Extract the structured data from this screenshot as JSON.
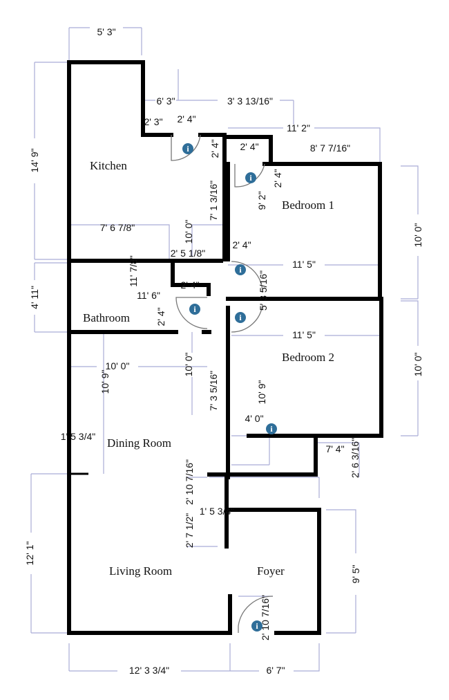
{
  "rooms": {
    "kitchen": "Kitchen",
    "bedroom1": "Bedroom 1",
    "bathroom": "Bathroom",
    "bedroom2": "Bedroom 2",
    "dining": "Dining Room",
    "living": "Living Room",
    "foyer": "Foyer"
  },
  "dimensions": [
    "5' 3\"",
    "14' 9\"",
    "6' 3\"",
    "3' 3 13/16\"",
    "2' 3\"",
    "2' 4\"",
    "11' 2\"",
    "2' 4\"",
    "8' 7 7/16\"",
    "2' 4\"",
    "2' 4\"",
    "9' 2\"",
    "7' 1 3/16\"",
    "10' 0\"",
    "10' 0\"",
    "7' 6 7/8\"",
    "2' 5 1/8\"",
    "2' 4\"",
    "11' 5\"",
    "11' 7/8\"",
    "11' 6\"",
    "2' 4\"",
    "5' 3 5/16\"",
    "2' 4\"",
    "11' 5\"",
    "4' 11\"",
    "10' 0\"",
    "10' 0\"",
    "7' 3 5/16\"",
    "10' 9\"",
    "10' 9\"",
    "10' 0\"",
    "4' 0\"",
    "7' 4\"",
    "2' 6 3/16\"",
    "1' 5 3/4\"",
    "2' 10 7/16\"",
    "1' 5 3/4\"",
    "2' 7 1/2\"",
    "12' 1\"",
    "9' 5\"",
    "2' 10 7/16\"",
    "12' 3 3/4\"",
    "6' 7\""
  ],
  "info_icon": "i",
  "colors": {
    "wall": "#000000",
    "dimension_line": "#a9acd6",
    "info_icon": "#2f6e99"
  }
}
